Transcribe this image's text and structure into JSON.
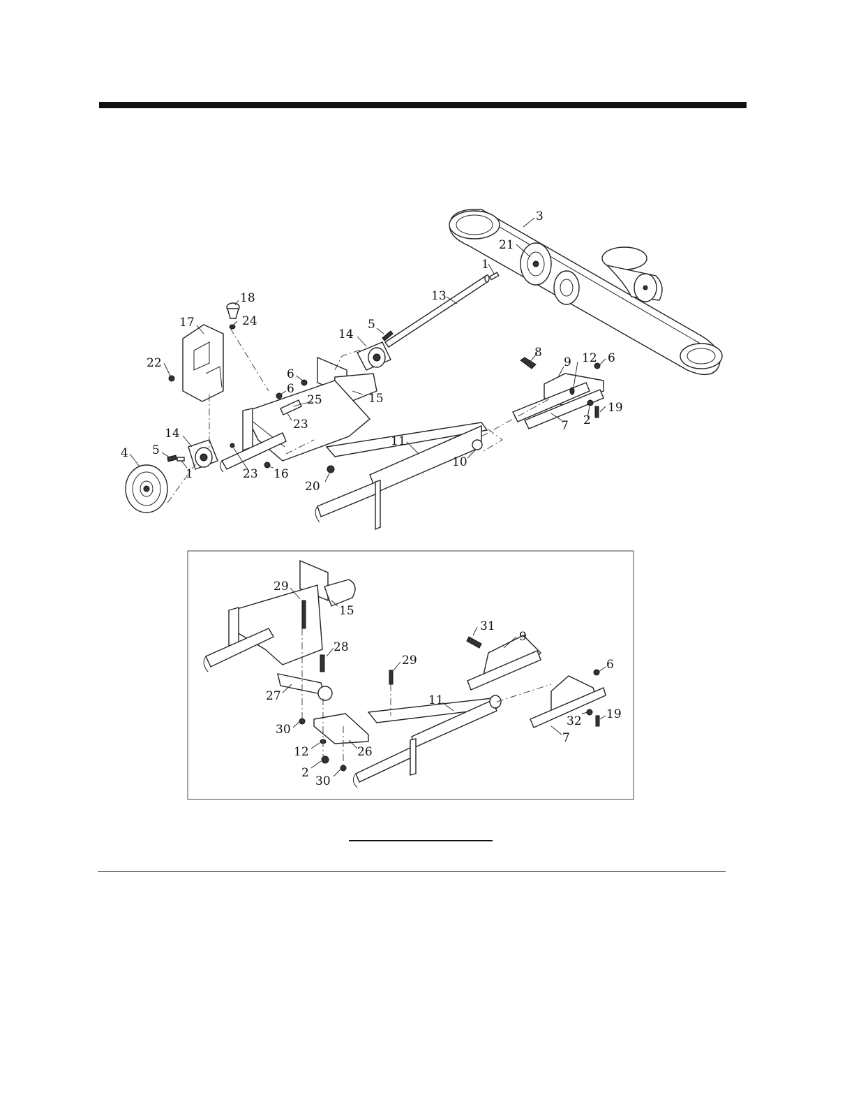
{
  "callouts_main": [
    {
      "id": "c3",
      "label": "3"
    },
    {
      "id": "c21",
      "label": "21"
    },
    {
      "id": "c1a",
      "label": "1"
    },
    {
      "id": "c13",
      "label": "13"
    },
    {
      "id": "c18",
      "label": "18"
    },
    {
      "id": "c24",
      "label": "24"
    },
    {
      "id": "c17",
      "label": "17"
    },
    {
      "id": "c5a",
      "label": "5"
    },
    {
      "id": "c14a",
      "label": "14"
    },
    {
      "id": "c22",
      "label": "22"
    },
    {
      "id": "c6a",
      "label": "6"
    },
    {
      "id": "c6b",
      "label": "6"
    },
    {
      "id": "c25",
      "label": "25"
    },
    {
      "id": "c15",
      "label": "15"
    },
    {
      "id": "c23a",
      "label": "23"
    },
    {
      "id": "c14b",
      "label": "14"
    },
    {
      "id": "c5b",
      "label": "5"
    },
    {
      "id": "c4",
      "label": "4"
    },
    {
      "id": "c1b",
      "label": "1"
    },
    {
      "id": "c23b",
      "label": "23"
    },
    {
      "id": "c16",
      "label": "16"
    },
    {
      "id": "c11",
      "label": "11"
    },
    {
      "id": "c20",
      "label": "20"
    },
    {
      "id": "c10",
      "label": "10"
    },
    {
      "id": "c8",
      "label": "8"
    },
    {
      "id": "c9",
      "label": "9"
    },
    {
      "id": "c12",
      "label": "12"
    },
    {
      "id": "c6c",
      "label": "6"
    },
    {
      "id": "c19",
      "label": "19"
    },
    {
      "id": "c2",
      "label": "2"
    },
    {
      "id": "c7",
      "label": "7"
    }
  ],
  "callouts_inset": [
    {
      "id": "i29a",
      "label": "29"
    },
    {
      "id": "i15",
      "label": "15"
    },
    {
      "id": "i28",
      "label": "28"
    },
    {
      "id": "i27",
      "label": "27"
    },
    {
      "id": "i30a",
      "label": "30"
    },
    {
      "id": "i12",
      "label": "12"
    },
    {
      "id": "i2",
      "label": "2"
    },
    {
      "id": "i30b",
      "label": "30"
    },
    {
      "id": "i26",
      "label": "26"
    },
    {
      "id": "i29b",
      "label": "29"
    },
    {
      "id": "i11",
      "label": "11"
    },
    {
      "id": "i31",
      "label": "31"
    },
    {
      "id": "i9",
      "label": "9"
    },
    {
      "id": "i6",
      "label": "6"
    },
    {
      "id": "i32",
      "label": "32"
    },
    {
      "id": "i19",
      "label": "19"
    },
    {
      "id": "i7",
      "label": "7"
    }
  ]
}
